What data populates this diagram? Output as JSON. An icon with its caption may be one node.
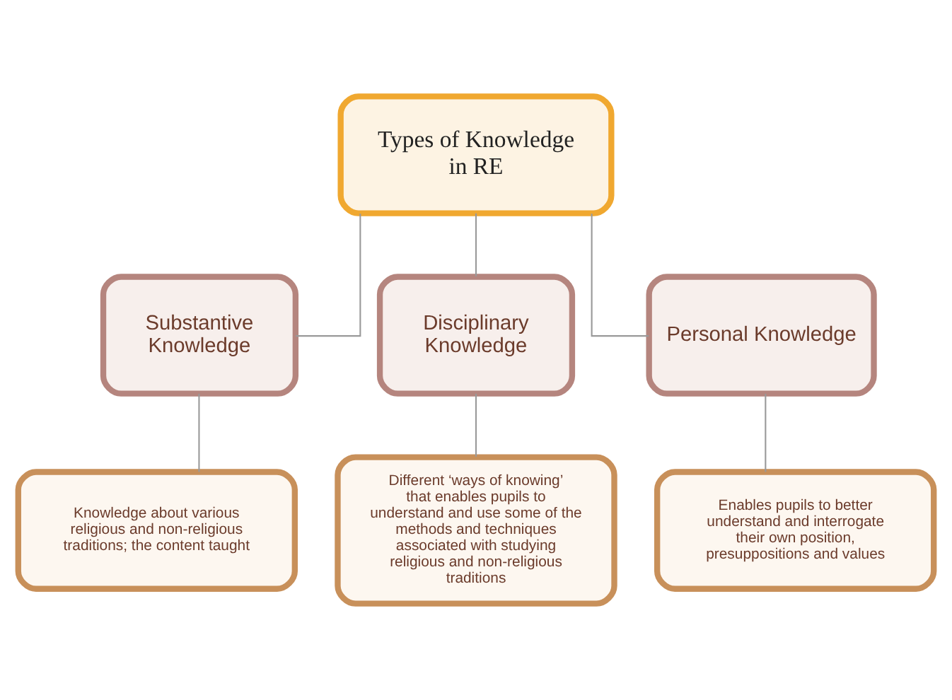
{
  "diagram": {
    "nodes": [
      {
        "text": [
          "Types of Knowledge in RE"
        ]
      },
      {
        "text": [
          "Substantive Knowledge"
        ]
      },
      {
        "text": [
          "Disciplinary Knowledge"
        ]
      },
      {
        "text": [
          "Personal Knowledge"
        ]
      },
      {
        "text": [
          "Knowledge about various religious and non-religious traditions; the content taught"
        ]
      },
      {
        "text": [
          "Different ‘ways of knowing’ that enables pupils to understand and use some of the methods and techniques associated with studying religious and non-religious traditions"
        ]
      },
      {
        "text": [
          "Enables pupils to better understand and interrogate their own position, presuppositions and values"
        ]
      }
    ],
    "edges": [
      {
        "from": 0,
        "to": 1,
        "arrow": "none"
      },
      {
        "from": 0,
        "to": 2,
        "arrow": "none"
      },
      {
        "from": 0,
        "to": 3,
        "arrow": "none"
      },
      {
        "from": 1,
        "to": 4,
        "arrow": "none"
      },
      {
        "from": 2,
        "to": 5,
        "arrow": "none"
      },
      {
        "from": 3,
        "to": 6,
        "arrow": "none"
      }
    ]
  }
}
